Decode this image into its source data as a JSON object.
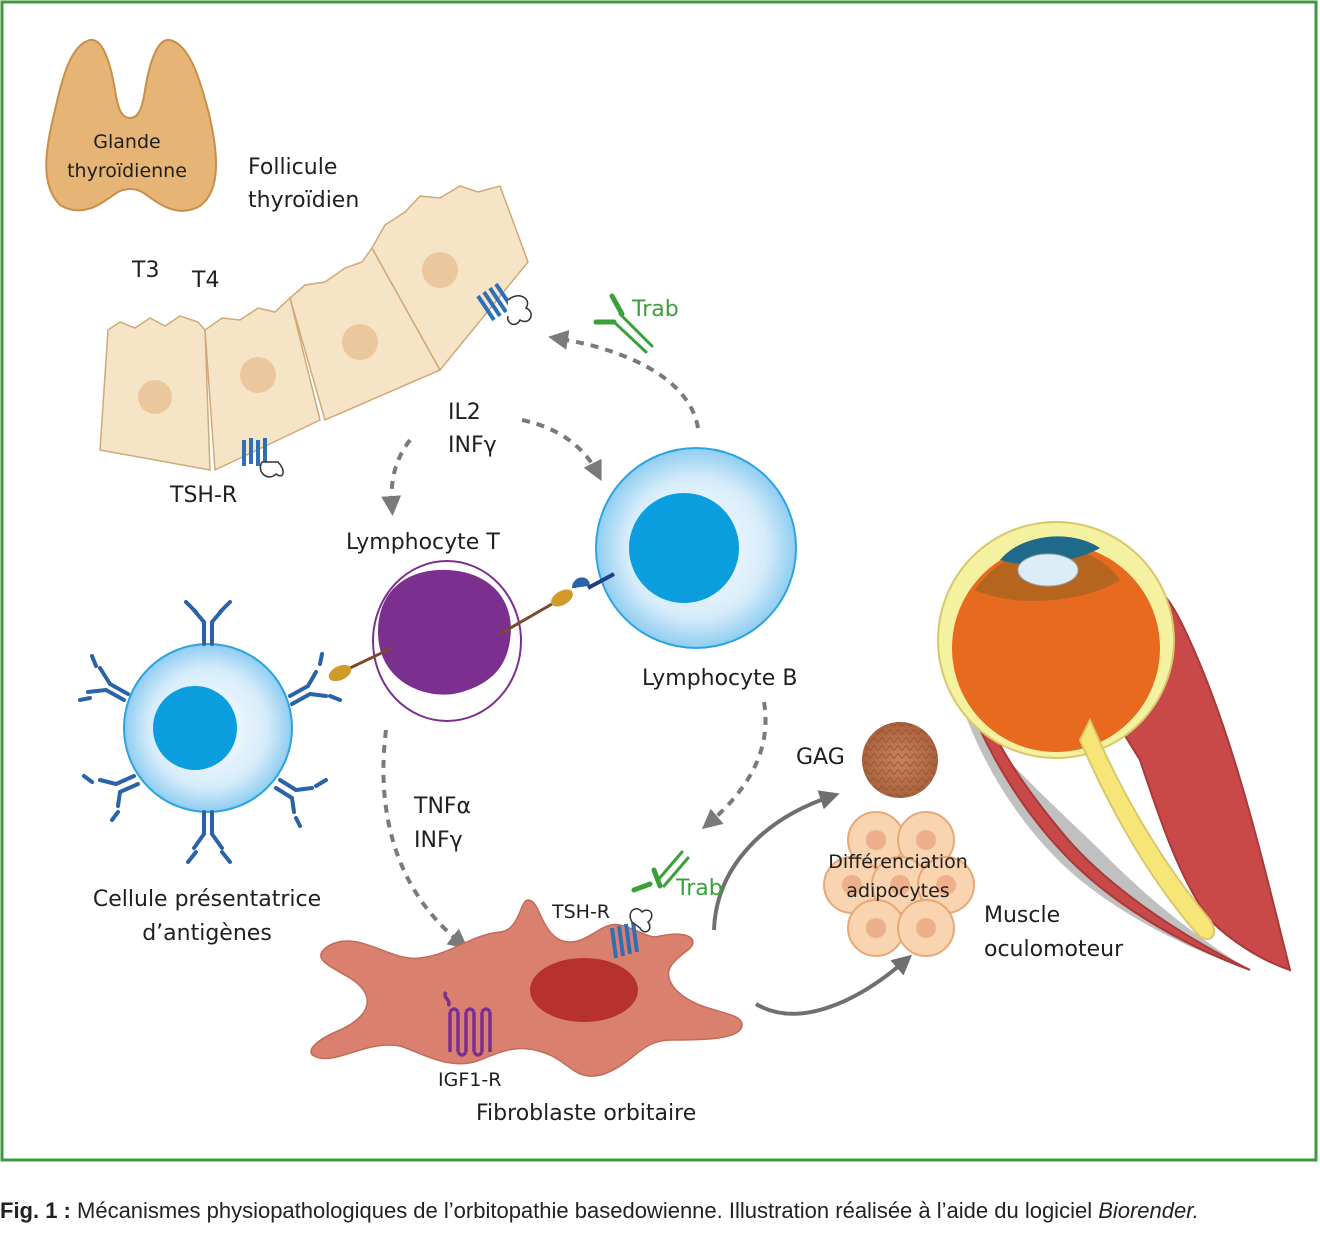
{
  "diagram": {
    "labels": {
      "gland": [
        "Glande",
        "thyroïdienne"
      ],
      "follicle": [
        "Follicule",
        "thyroïdien"
      ],
      "t3": "T3",
      "t4": "T4",
      "tshr_top": "TSH-R",
      "trab_top": "Trab",
      "il2": "IL2",
      "infg_top": "INFγ",
      "lymph_t": "Lymphocyte T",
      "lymph_b": "Lymphocyte B",
      "apc": [
        "Cellule présentatrice",
        "d’antigènes"
      ],
      "tnfa": "TNFα",
      "infg_bottom": "INFγ",
      "trab_bottom": "Trab",
      "tshr_bottom": "TSH-R",
      "igf1r": "IGF1-R",
      "fibroblast": "Fibroblaste orbitaire",
      "gag": "GAG",
      "adipo": [
        "Différenciation",
        "adipocytes"
      ],
      "muscle": [
        "Muscle",
        "oculomoteur"
      ]
    },
    "colors": {
      "frame": "#3f9a3f",
      "receptor": "#2f6fb5",
      "antibody_apc": "#2a63a8",
      "trab": "#3aa03a",
      "lymph_t": "#7b2f8e",
      "lymph_b_nucleus": "#0a9ede",
      "fibroblast": "#d9806e",
      "fibroblast_nucleus": "#b7322d",
      "cell_fill": "#f6e4c6",
      "arrow": "#777777"
    }
  },
  "caption": {
    "label": "Fig. 1 :",
    "text": " Mécanismes physiopathologiques de l’orbitopathie basedowienne. Illustration réalisée à l’aide du logiciel ",
    "italic": "Biorender."
  }
}
